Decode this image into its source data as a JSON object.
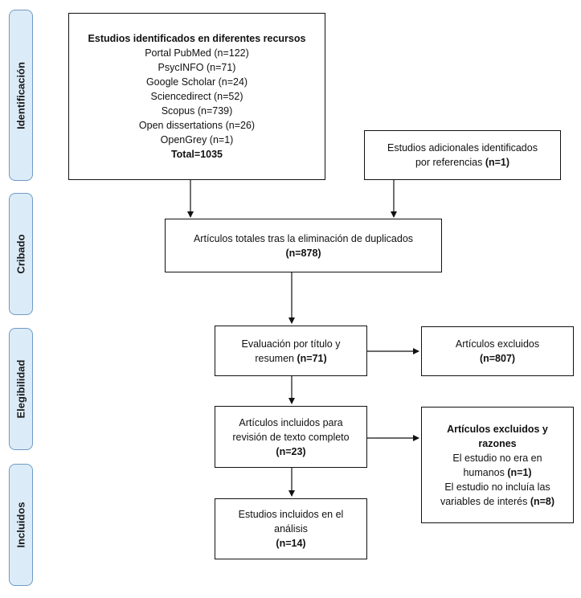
{
  "phases": {
    "identificacion": "Identificación",
    "cribado": "Cribado",
    "elegibilidad": "Elegibilidad",
    "incluidos": "Incluidos"
  },
  "sources_box": {
    "heading": "Estudios identificados en diferentes recursos",
    "items": [
      "Portal PubMed (n=122)",
      "PsycINFO (n=71)",
      "Google Scholar (n=24)",
      "Sciencedirect (n=52)",
      "Scopus (n=739)",
      "Open dissertations (n=26)",
      "OpenGrey (n=1)"
    ],
    "total": "Total=1035"
  },
  "additional_box": {
    "line1": "Estudios adicionales identificados",
    "line2": "por referencias ",
    "count": "(n=1)"
  },
  "dedup_box": {
    "line1": "Artículos totales tras la eliminación de duplicados",
    "count": "(n=878)"
  },
  "screening_box": {
    "line1": "Evaluación por título y",
    "line2": "resumen ",
    "count": "(n=71)"
  },
  "excluded_box": {
    "line1": "Artículos excluidos",
    "count": "(n=807)"
  },
  "fulltext_box": {
    "line1": "Artículos incluidos para",
    "line2": "revisión de texto completo",
    "count": "(n=23)"
  },
  "reasons_box": {
    "heading1": "Artículos excluidos y",
    "heading2": "razones",
    "line1": "El estudio no era en",
    "line2": "humanos ",
    "count1": "(n=1)",
    "line3": "El estudio no incluía las",
    "line4": "variables de interés ",
    "count2": "(n=8)"
  },
  "included_box": {
    "line1": "Estudios incluidos en el",
    "line2": "análisis",
    "count": "(n=14)"
  }
}
